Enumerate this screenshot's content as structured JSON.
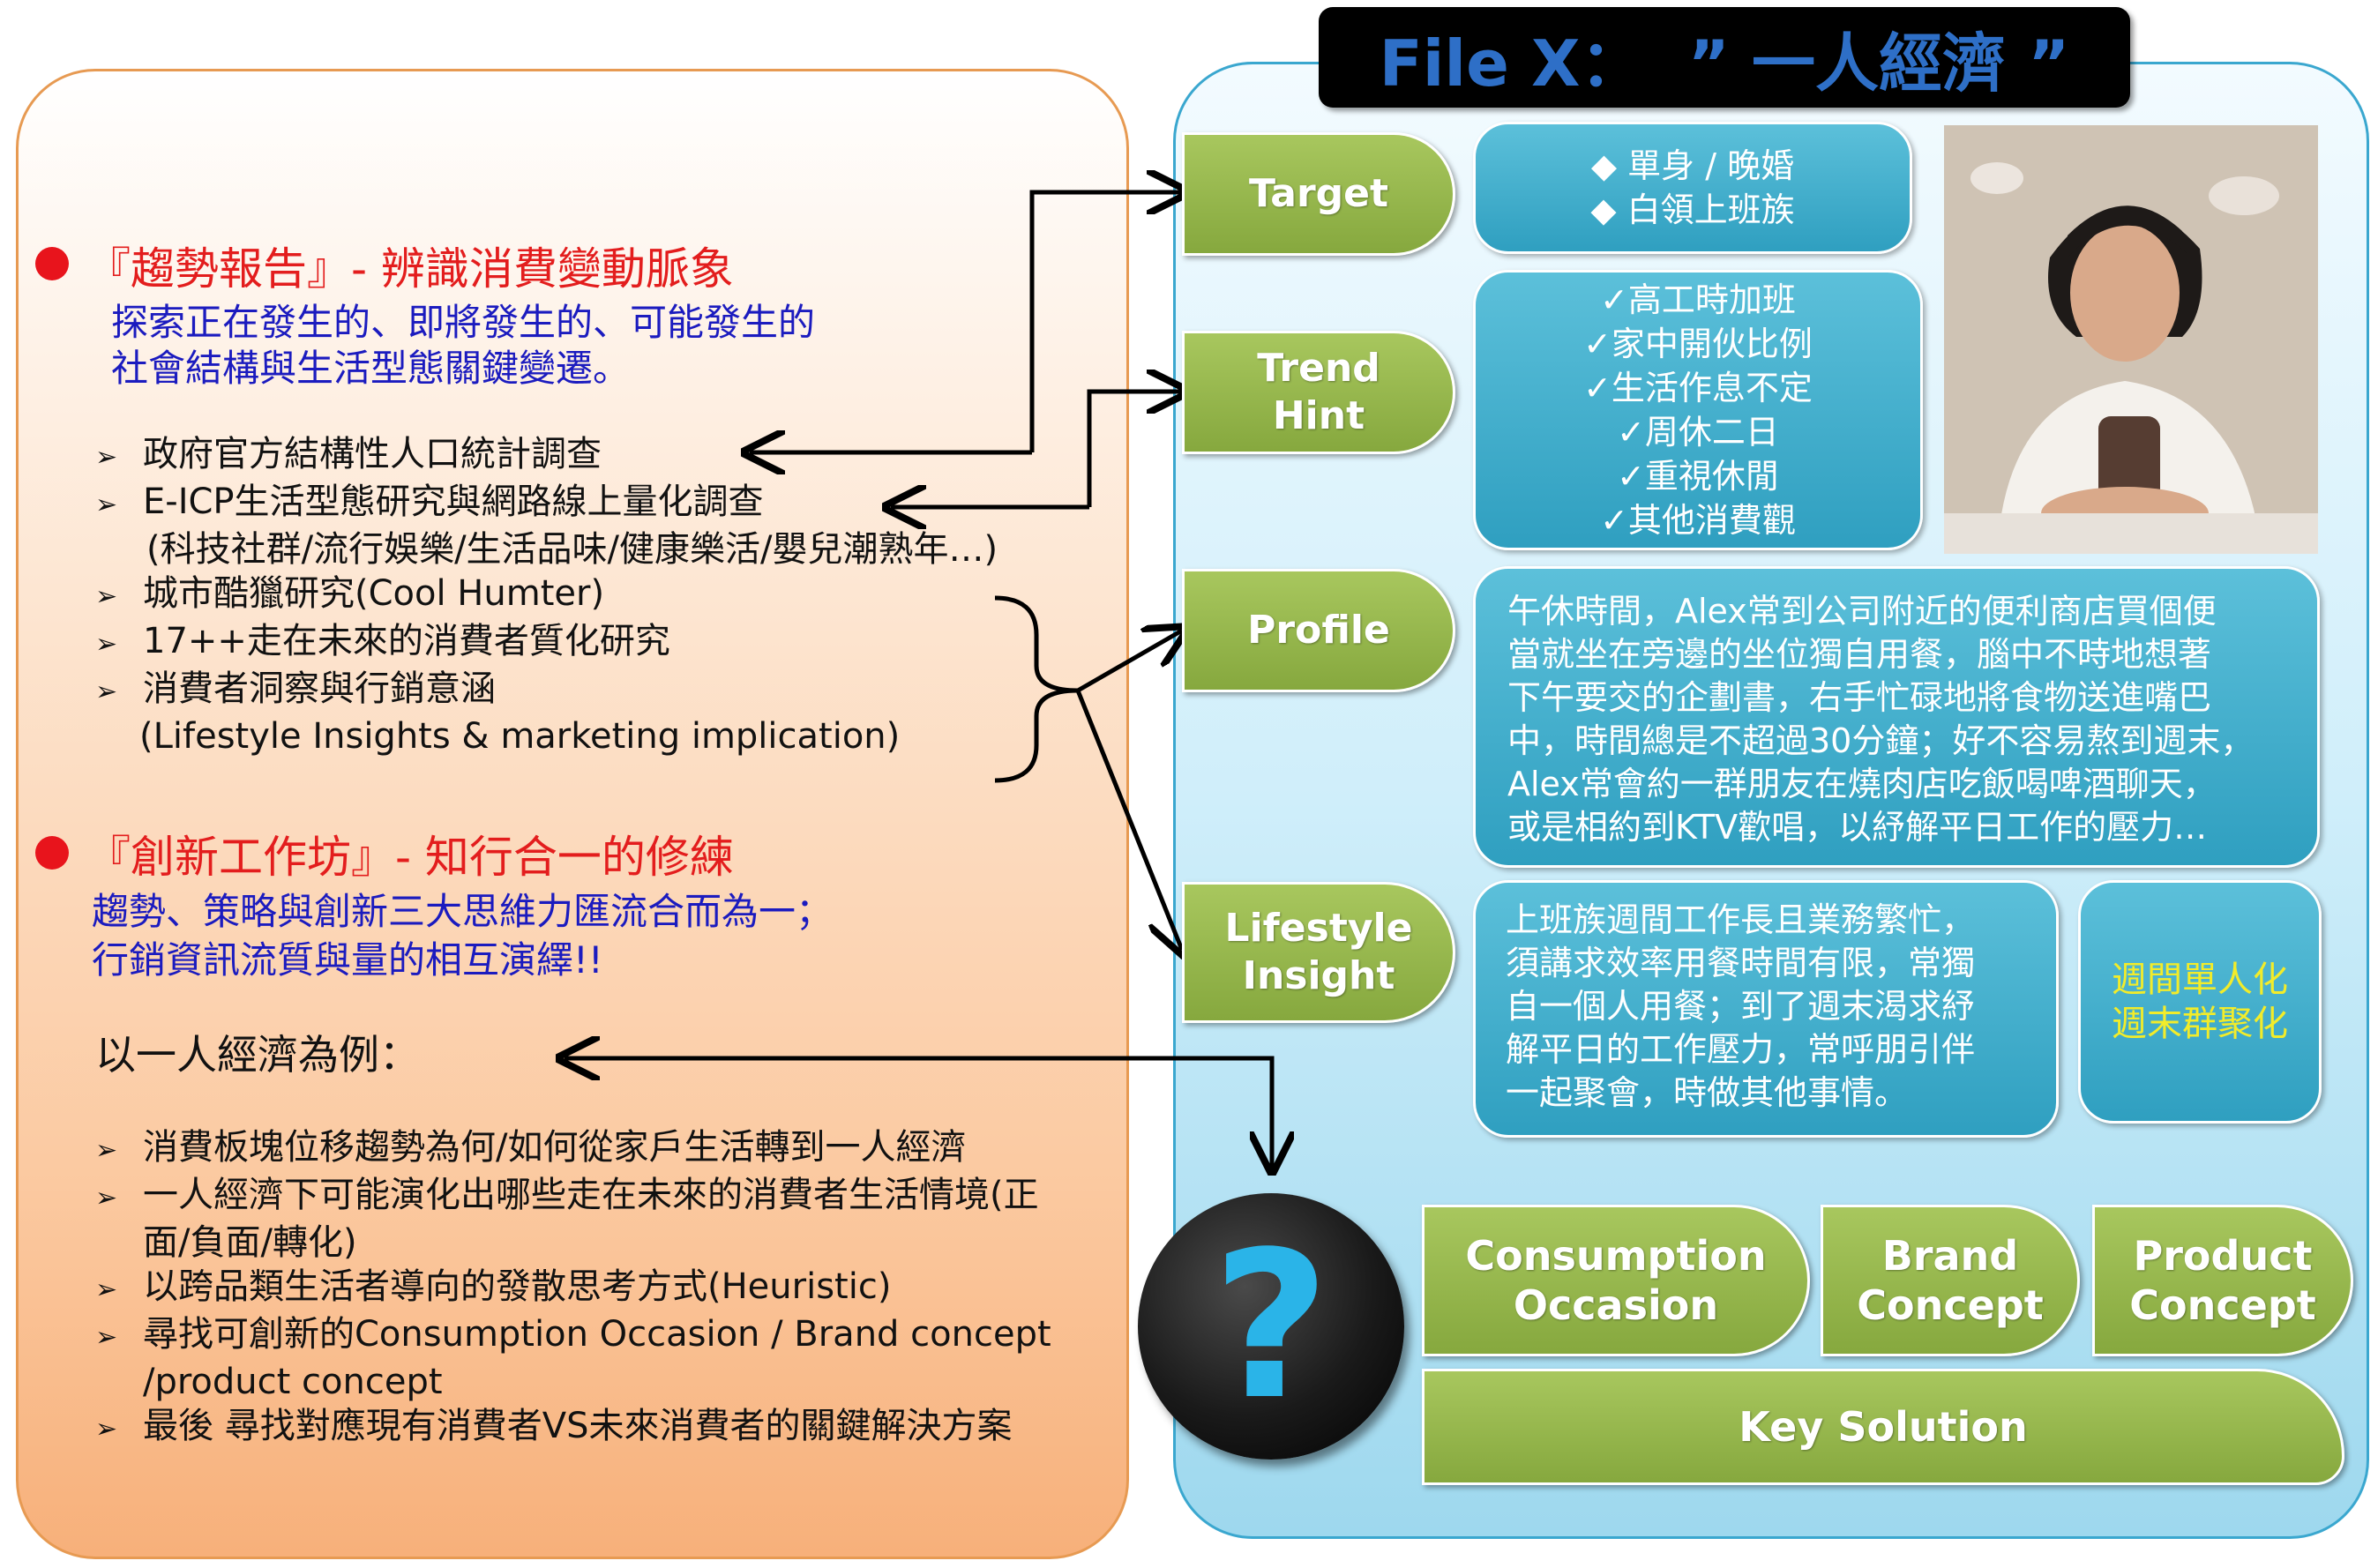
{
  "title": "File X：  ” 一人經濟 ”",
  "left": {
    "section1": {
      "heading": "『趨勢報告』- 辨識消費變動脈象",
      "lines": [
        "探索正在發生的、即將發生的、可能發生的",
        "社會結構與生活型態關鍵變遷。"
      ],
      "items": [
        "政府官方結構性人口統計調查",
        "E-ICP生活型態研究與網路線上量化調查",
        "(科技社群/流行娛樂/生活品味/健康樂活/嬰兒潮熟年…)",
        "城市酷獵研究(Cool Humter)",
        "17++走在未來的消費者質化研究",
        "消費者洞察與行銷意涵",
        "(Lifestyle Insights & marketing implication)"
      ]
    },
    "section2": {
      "heading": "『創新工作坊』- 知行合一的修練",
      "lines": [
        "趨勢、策略與創新三大思維力匯流合而為一；",
        "行銷資訊流質與量的相互演繹!!"
      ]
    },
    "example": {
      "heading": "以一人經濟為例：",
      "items": [
        "消費板塊位移趨勢為何/如何從家戶生活轉到一人經濟",
        "一人經濟下可能演化出哪些走在未來的消費者生活情境(正",
        "面/負面/轉化)",
        "以跨品類生活者導向的發散思考方式(Heuristic)",
        "尋找可創新的Consumption Occasion / Brand concept",
        "/product concept",
        "最後 尋找對應現有消費者VS未來消費者的關鍵解決方案"
      ]
    }
  },
  "labels": {
    "target": "Target",
    "trend_1": "Trend",
    "trend_2": "Hint",
    "profile": "Profile",
    "lifestyle_1": "Lifestyle",
    "lifestyle_2": "Insight"
  },
  "target_box": [
    "◆ 單身 / 晚婚",
    "◆ 白領上班族"
  ],
  "trend_box": [
    "✓高工時加班",
    "✓家中開伙比例",
    "✓生活作息不定",
    "✓周休二日",
    "✓重視休閒",
    "✓其他消費觀"
  ],
  "profile_box": [
    "午休時間，Alex常到公司附近的便利商店買個便",
    "當就坐在旁邊的坐位獨自用餐，腦中不時地想著",
    "下午要交的企劃書，右手忙碌地將食物送進嘴巴",
    "中，時間總是不超過30分鐘；好不容易熬到週末，",
    "Alex常會約一群朋友在燒肉店吃飯喝啤酒聊天，",
    "或是相約到KTV歡唱，以紓解平日工作的壓力…"
  ],
  "insight_box": [
    "上班族週間工作長且業務繁忙，",
    "須講求效率用餐時間有限，常獨",
    "自一個人用餐；到了週末渴求紓",
    "解平日的工作壓力，常呼朋引伴",
    "一起聚會，時做其他事情。"
  ],
  "insight_summary": [
    "週間單人化",
    "週末群聚化"
  ],
  "bottom": {
    "consumption_1": "Consumption",
    "consumption_2": "Occasion",
    "brand_1": "Brand",
    "brand_2": "Concept",
    "product_1": "Product",
    "product_2": "Concept",
    "key_solution": "Key Solution",
    "question_mark": "?"
  },
  "colors": {
    "heading_red": "#e31d1d",
    "text_blue": "#1b1bbf",
    "label_green": "#94b54a",
    "box_teal": "#3fabcb",
    "summary_yellow": "#f2ec2a",
    "title_blue": "#2e6fc7"
  }
}
